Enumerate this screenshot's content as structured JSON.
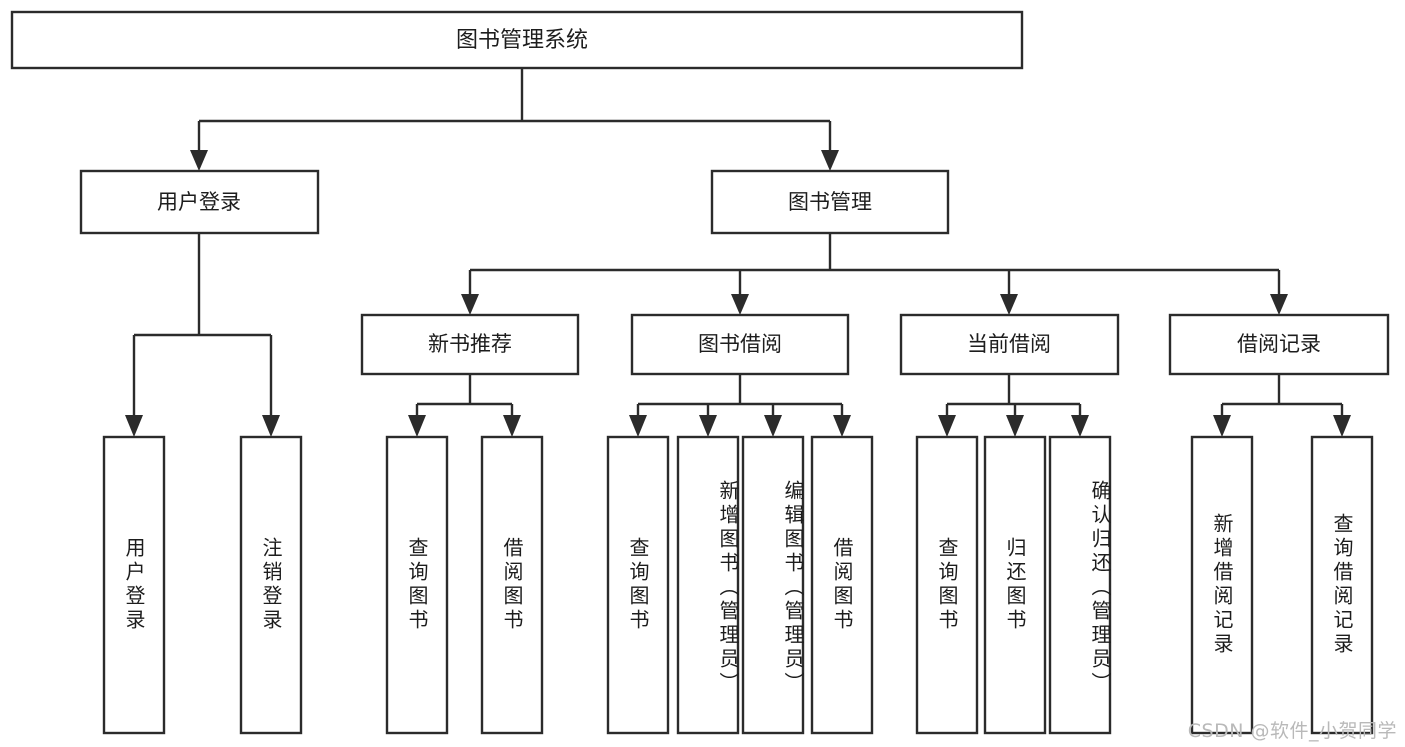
{
  "diagram": {
    "type": "tree",
    "title": "图书管理系统",
    "watermark": "CSDN @软件_小贺同学",
    "colors": {
      "background": "#ffffff",
      "stroke": "#2b2b2b",
      "text": "#1d1d1d",
      "watermark": "#b9b9b9"
    },
    "root": {
      "id": "root",
      "label": "图书管理系统",
      "level": 1
    },
    "level2": [
      {
        "id": "user-login",
        "label": "用户登录"
      },
      {
        "id": "book-management",
        "label": "图书管理"
      }
    ],
    "level3": [
      {
        "id": "new-book-recommend",
        "label": "新书推荐",
        "parent": "book-management"
      },
      {
        "id": "book-borrow",
        "label": "图书借阅",
        "parent": "book-management"
      },
      {
        "id": "current-borrow",
        "label": "当前借阅",
        "parent": "book-management"
      },
      {
        "id": "borrow-record",
        "label": "借阅记录",
        "parent": "book-management"
      }
    ],
    "leaves": [
      {
        "id": "leaf-user-login",
        "label": "用户登录",
        "parent": "user-login"
      },
      {
        "id": "leaf-logout-login",
        "label": "注销登录",
        "parent": "user-login"
      },
      {
        "id": "leaf-query-book-1",
        "label": "查询图书",
        "parent": "new-book-recommend"
      },
      {
        "id": "leaf-borrow-book-1",
        "label": "借阅图书",
        "parent": "new-book-recommend"
      },
      {
        "id": "leaf-query-book-2",
        "label": "查询图书",
        "parent": "book-borrow"
      },
      {
        "id": "leaf-add-book",
        "label": "新增图书（管理员）",
        "parent": "book-borrow"
      },
      {
        "id": "leaf-edit-book",
        "label": "编辑图书（管理员）",
        "parent": "book-borrow"
      },
      {
        "id": "leaf-borrow-book-2",
        "label": "借阅图书",
        "parent": "book-borrow"
      },
      {
        "id": "leaf-query-book-3",
        "label": "查询图书",
        "parent": "current-borrow"
      },
      {
        "id": "leaf-return-book",
        "label": "归还图书",
        "parent": "current-borrow"
      },
      {
        "id": "leaf-confirm-return",
        "label": "确认归还（管理员）",
        "parent": "current-borrow"
      },
      {
        "id": "leaf-add-record",
        "label": "新增借阅记录",
        "parent": "borrow-record"
      },
      {
        "id": "leaf-query-record",
        "label": "查询借阅记录",
        "parent": "borrow-record"
      }
    ]
  }
}
